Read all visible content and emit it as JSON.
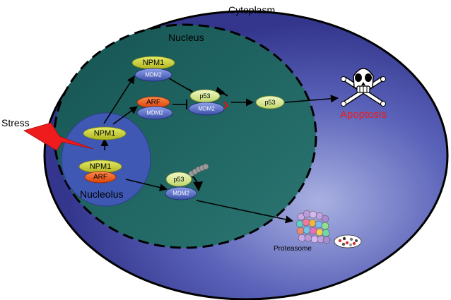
{
  "labels": {
    "cytoplasm": "Cytoplasm",
    "nucleus": "Nucleus",
    "nucleolus": "Nucleolus",
    "stress": "Stress",
    "apoptosis": "Apoptosis",
    "proteasome": "Proteasome"
  },
  "proteins": {
    "npm1_top": "NPM1",
    "mdm2_top": "MDM2",
    "arf_mid": "ARF",
    "mdm2_mid": "MDM2",
    "p53_center": "p53",
    "mdm2_center": "MDM2",
    "p53_right": "p53",
    "npm1_nucleolus_upper": "NPM1",
    "npm1_nucleolus_lower": "NPM1",
    "arf_nucleolus": "ARF",
    "p53_lower": "p53",
    "mdm2_lower": "MDM2"
  },
  "colors": {
    "cell_dark": "#36398f",
    "cell_light": "#9aa3dc",
    "nucleus_fill": "#1f6563",
    "nucleolus_fill": "#3f58b3",
    "npm1": "#c9d132",
    "mdm2": "#5569c4",
    "arf": "#ee5a22",
    "p53": "#d9e89a",
    "stress_bolt": "#ee1c1c",
    "apoptosis_text": "#ee1c1c"
  },
  "icons": {
    "death": "skull-and-crossbones-icon",
    "stress": "lightning-bolt-icon",
    "proteasome": "proteasome-complex-icon",
    "peptides": "degraded-peptides-icon",
    "ubiquitin": "ubiquitin-chain-icon"
  }
}
